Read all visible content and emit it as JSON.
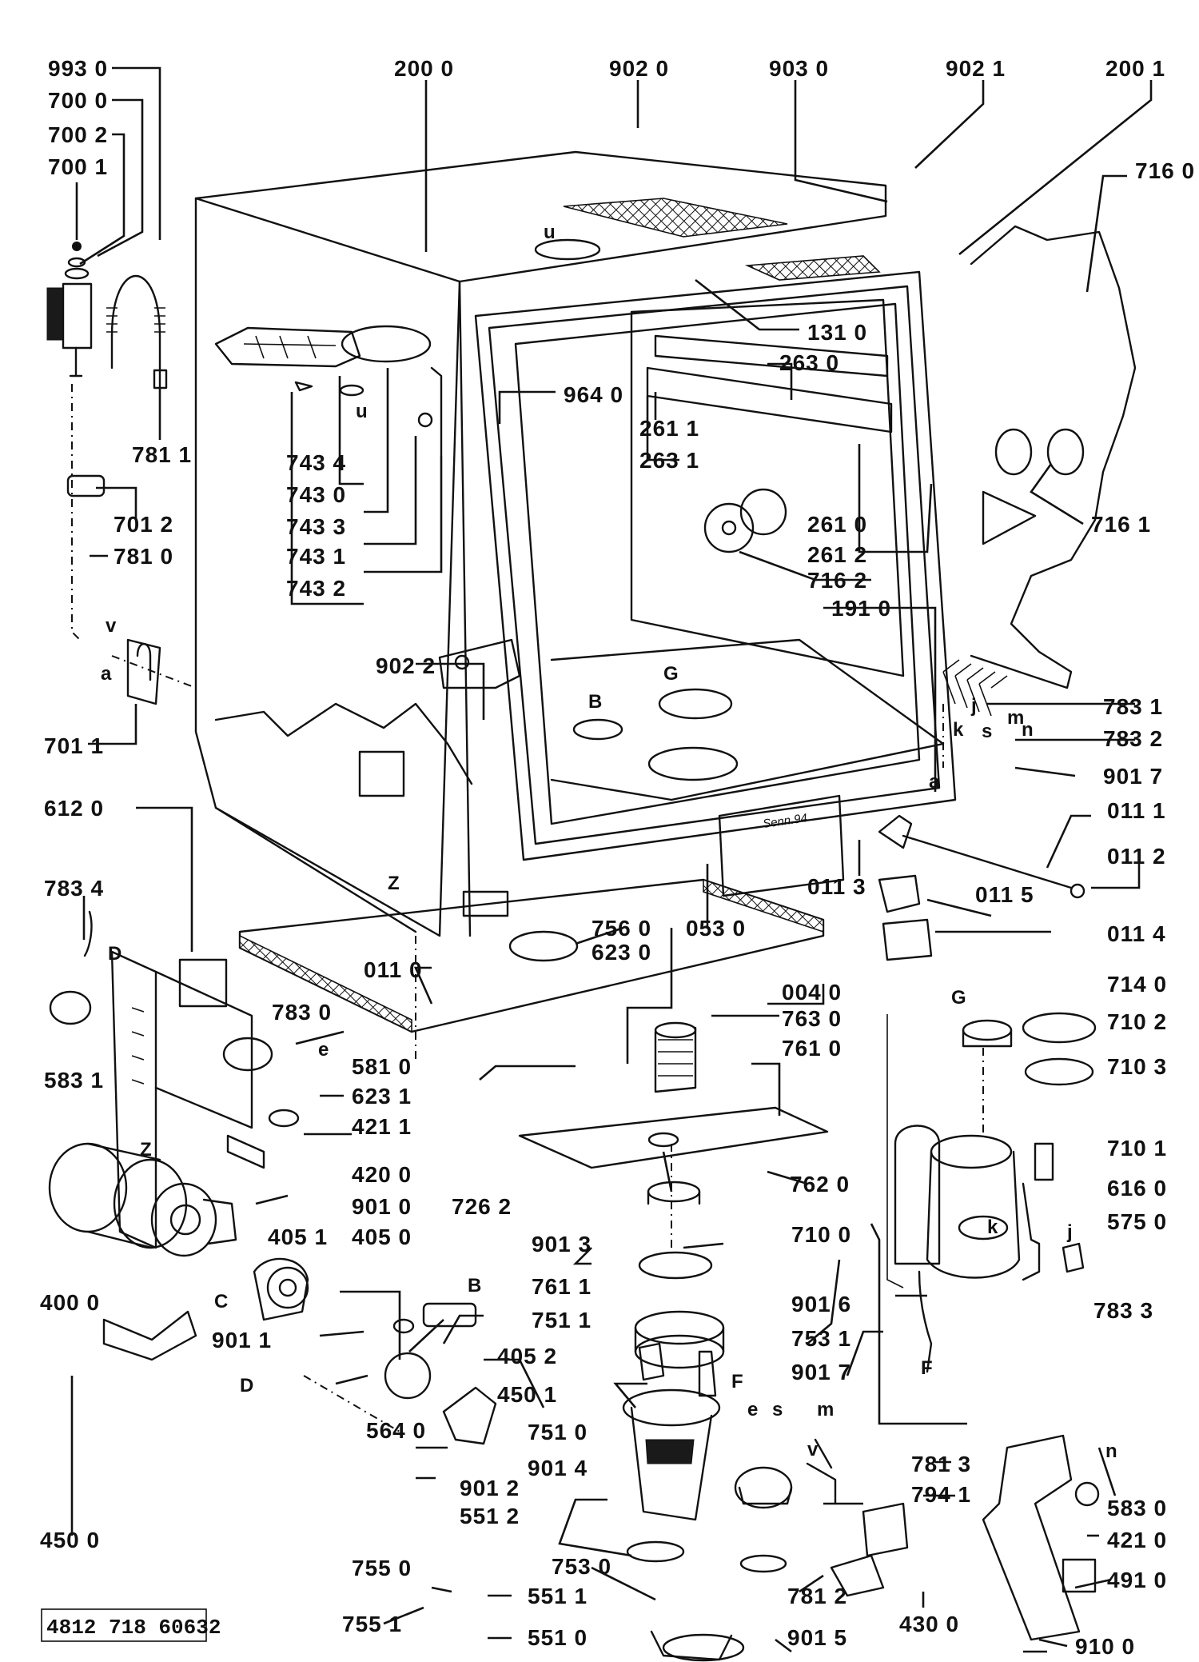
{
  "callouts": [
    {
      "label": "993 0"
    },
    {
      "label": "700 0"
    },
    {
      "label": "700 2"
    },
    {
      "label": "700 1"
    },
    {
      "label": "781 1"
    },
    {
      "label": "701 2"
    },
    {
      "label": "781 0"
    },
    {
      "label": "701 1"
    },
    {
      "label": "743 4"
    },
    {
      "label": "743 0"
    },
    {
      "label": "743 3"
    },
    {
      "label": "743 1"
    },
    {
      "label": "743 2"
    },
    {
      "label": "200 0"
    },
    {
      "label": "902 0"
    },
    {
      "label": "903 0"
    },
    {
      "label": "902 1"
    },
    {
      "label": "200 1"
    },
    {
      "label": "716 0"
    },
    {
      "label": "131 0"
    },
    {
      "label": "263 0"
    },
    {
      "label": "964 0"
    },
    {
      "label": "261 1"
    },
    {
      "label": "263 1"
    },
    {
      "label": "716 1"
    },
    {
      "label": "261 0"
    },
    {
      "label": "261 2"
    },
    {
      "label": "716 2"
    },
    {
      "label": "191 0"
    },
    {
      "label": "902 2"
    },
    {
      "label": "783 1"
    },
    {
      "label": "783 2"
    },
    {
      "label": "901 7"
    },
    {
      "label": "011 1"
    },
    {
      "label": "011 2"
    },
    {
      "label": "011 3"
    },
    {
      "label": "011 5"
    },
    {
      "label": "011 4"
    },
    {
      "label": "612 0"
    },
    {
      "label": "783 4"
    },
    {
      "label": "756 0"
    },
    {
      "label": "053 0"
    },
    {
      "label": "623 0"
    },
    {
      "label": "011 0"
    },
    {
      "label": "004 0"
    },
    {
      "label": "783 0"
    },
    {
      "label": "763 0"
    },
    {
      "label": "761 0"
    },
    {
      "label": "581 0"
    },
    {
      "label": "583 1"
    },
    {
      "label": "623 1"
    },
    {
      "label": "421 1"
    },
    {
      "label": "420 0"
    },
    {
      "label": "714 0"
    },
    {
      "label": "710 2"
    },
    {
      "label": "710 3"
    },
    {
      "label": "710 1"
    },
    {
      "label": "616 0"
    },
    {
      "label": "575 0"
    },
    {
      "label": "710 0"
    },
    {
      "label": "762 0"
    },
    {
      "label": "901 0"
    },
    {
      "label": "726 2"
    },
    {
      "label": "405 1"
    },
    {
      "label": "405 0"
    },
    {
      "label": "400 0"
    },
    {
      "label": "901 3"
    },
    {
      "label": "761 1"
    },
    {
      "label": "751 1"
    },
    {
      "label": "783 3"
    },
    {
      "label": "901 6"
    },
    {
      "label": "753 1"
    },
    {
      "label": "901 7"
    },
    {
      "label": "901 1"
    },
    {
      "label": "405 2"
    },
    {
      "label": "450 1"
    },
    {
      "label": "751 0"
    },
    {
      "label": "564 0"
    },
    {
      "label": "901 4"
    },
    {
      "label": "781 3"
    },
    {
      "label": "794 1"
    },
    {
      "label": "583 0"
    },
    {
      "label": "450 0"
    },
    {
      "label": "901 2"
    },
    {
      "label": "551 2"
    },
    {
      "label": "421 0"
    },
    {
      "label": "755 0"
    },
    {
      "label": "753 0"
    },
    {
      "label": "491 0"
    },
    {
      "label": "551 1"
    },
    {
      "label": "781 2"
    },
    {
      "label": "430 0"
    },
    {
      "label": "755 1"
    },
    {
      "label": "551 0"
    },
    {
      "label": "901 5"
    },
    {
      "label": "910 0"
    }
  ],
  "letters": [
    "u",
    "u",
    "v",
    "a",
    "B",
    "G",
    "k",
    "j",
    "s",
    "m",
    "n",
    "a",
    "Z",
    "D",
    "e",
    "Z",
    "C",
    "B",
    "D",
    "F",
    "G",
    "k",
    "j",
    "F",
    "e",
    "s",
    "m",
    "v",
    "n"
  ],
  "stamp": "Senn.94",
  "reference_number": "4812 718 60632"
}
